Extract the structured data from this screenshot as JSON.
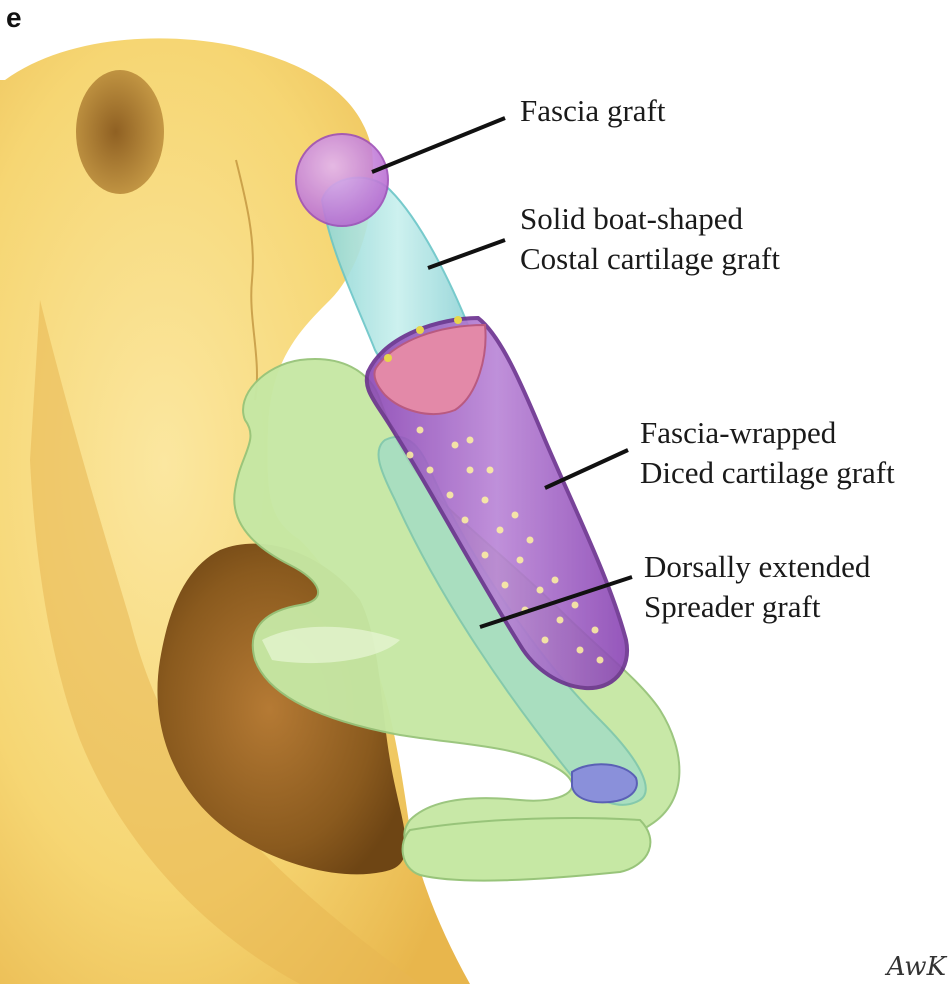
{
  "panel_letter": "e",
  "labels": {
    "fascia_graft": "Fascia graft",
    "boat_graft_line1": "Solid boat-shaped",
    "boat_graft_line2": "Costal cartilage graft",
    "diced_graft_line1": "Fascia-wrapped",
    "diced_graft_line2": "Diced cartilage graft",
    "spreader_graft_line1": "Dorsally extended",
    "spreader_graft_line2": "Spreader graft"
  },
  "signature": "AwK",
  "colors": {
    "skin": "#f6d673",
    "skin_shadow": "#e9b64a",
    "nostril": "#8a5a1e",
    "cartilage": "#c5e8a2",
    "boat_graft": "#a9e0de",
    "fascia_graft": "#c27ad6",
    "diced_wrap": "#9b4fbf",
    "diced_dots": "#fff4a0",
    "pink_cap": "#e07c9e",
    "blue_tip": "#7f84d6"
  }
}
